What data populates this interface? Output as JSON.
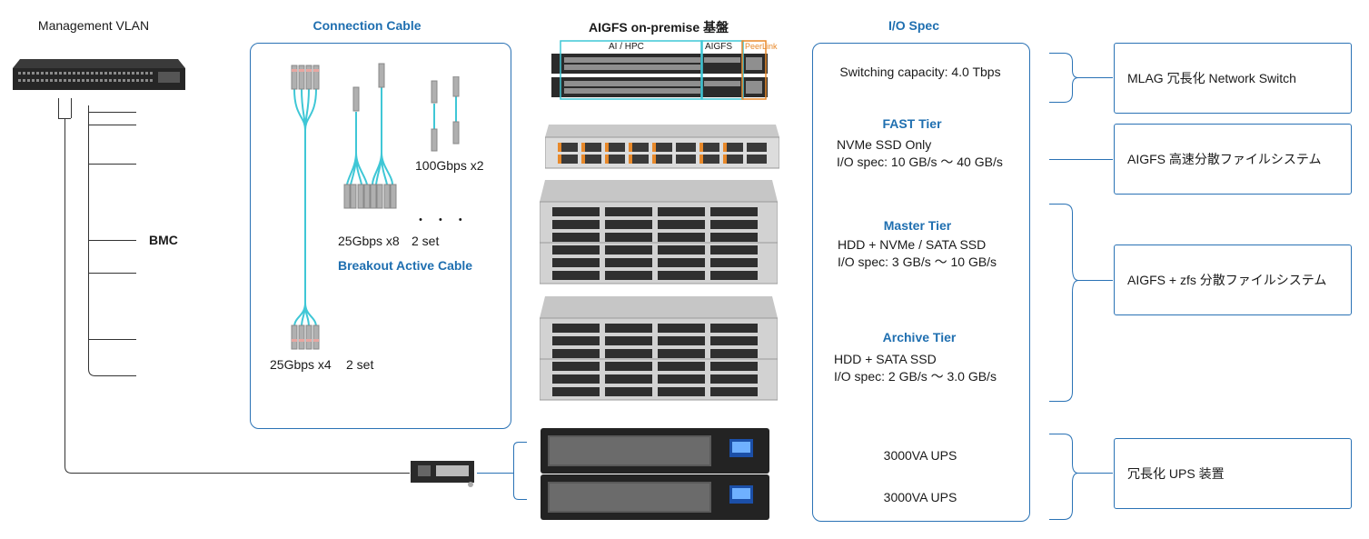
{
  "headers": {
    "management": "Management VLAN",
    "connection": "Connection Cable",
    "platform": "AIGFS on-premise 基盤",
    "io": "I/O Spec"
  },
  "switch_labels": {
    "ai_hpc": "AI / HPC",
    "aigfs": "AIGFS",
    "peerlink": "PeerLink"
  },
  "bmc": "BMC",
  "cables": {
    "c100": "100Gbps x2",
    "dots": "・ ・ ・",
    "c25x8": "25Gbps x8",
    "c25x8_set": "2 set",
    "breakout": "Breakout Active Cable",
    "c25x4": "25Gbps x4",
    "c25x4_set": "2 set"
  },
  "io": {
    "switching": "Switching capacity: 4.0 Tbps",
    "fast_title": "FAST Tier",
    "fast_l1": "NVMe SSD Only",
    "fast_l2": "I/O spec: 10 GB/s ～ 40 GB/s",
    "master_title": "Master Tier",
    "master_l1": "HDD + NVMe / SATA SSD",
    "master_l2": "I/O spec: 3 GB/s ～ 10 GB/s",
    "archive_title": "Archive Tier",
    "archive_l1": "HDD + SATA SSD",
    "archive_l2": "I/O spec: 2 GB/s ～ 3.0 GB/s",
    "ups1": "3000VA UPS",
    "ups2": "3000VA UPS"
  },
  "right": {
    "mlag": "MLAG 冗長化 Network Switch",
    "aigfs": "AIGFS 高速分散ファイルシステム",
    "zfs": "AIGFS + zfs 分散ファイルシステム",
    "ups": "冗長化 UPS 装置"
  },
  "colors": {
    "accent": "#2a72b5",
    "title_blue": "#1f6fb0",
    "cyan": "#3fc7d6",
    "peer_orange": "#e8892a"
  }
}
